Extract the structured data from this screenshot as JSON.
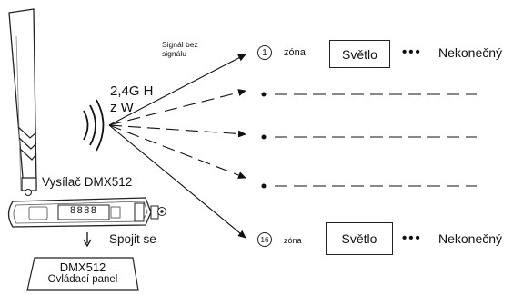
{
  "signal_label": "Signál bez\nsignálu",
  "frequency_label": "2,4G H\nz W",
  "transmitter_label": "Vysílač DMX512",
  "transmitter_screen": "8888",
  "connect_label": "Spojit se",
  "panel": {
    "title": "DMX512",
    "subtitle": "Ovládací panel"
  },
  "zones": [
    {
      "number": "1",
      "zone_label": "zóna",
      "light_label": "Světlo",
      "dots": "•••",
      "endless_label": "Nekonečný"
    },
    {
      "number": "16",
      "zone_label": "zóna",
      "light_label": "Světlo",
      "dots": "•••",
      "endless_label": "Nekonečný"
    }
  ],
  "icons": {
    "antenna": "antenna-icon",
    "waves": "wireless-waves-icon",
    "arrow": "arrow-down-icon"
  }
}
